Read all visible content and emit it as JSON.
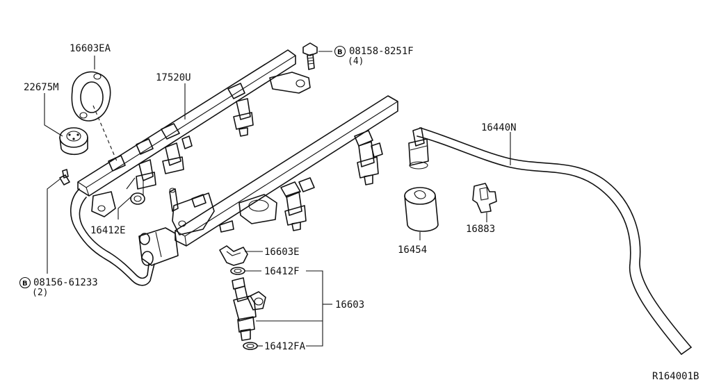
{
  "diagram": {
    "parts": {
      "p16603EA": "16603EA",
      "p22675M": "22675M",
      "p17520U": "17520U",
      "bolt_top_code": "08158-8251F",
      "bolt_top_qty": "(4)",
      "p16440N": "16440N",
      "p16412E": "16412E",
      "p16454": "16454",
      "p16883": "16883",
      "p16603E": "16603E",
      "p16412F": "16412F",
      "p16603": "16603",
      "p16412FA": "16412FA",
      "bolt_left_code": "08156-61233",
      "bolt_left_qty": "(2)"
    },
    "bolt_symbol": "B",
    "diagram_ref": "R164001B"
  }
}
